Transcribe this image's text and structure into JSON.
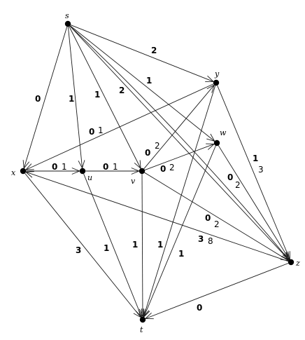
{
  "graph": {
    "nodes": [
      {
        "id": "s",
        "label": "s"
      },
      {
        "id": "y",
        "label": "y"
      },
      {
        "id": "w",
        "label": "w"
      },
      {
        "id": "x",
        "label": "x"
      },
      {
        "id": "u",
        "label": "u"
      },
      {
        "id": "v",
        "label": "v"
      },
      {
        "id": "z",
        "label": "z"
      },
      {
        "id": "t",
        "label": "t"
      }
    ],
    "edges": [
      {
        "from": "s",
        "to": "x",
        "weight": "0"
      },
      {
        "from": "s",
        "to": "u",
        "weight": "1"
      },
      {
        "from": "s",
        "to": "v",
        "weight": "1"
      },
      {
        "from": "s",
        "to": "y",
        "weight": "2"
      },
      {
        "from": "s",
        "to": "w",
        "weight": "1"
      },
      {
        "from": "s",
        "to": "z",
        "weight": "2"
      },
      {
        "from": "s",
        "to": "z",
        "weight": ""
      },
      {
        "from": "y",
        "to": "x",
        "weight": "0",
        "weight2": "1"
      },
      {
        "from": "x",
        "to": "u",
        "weight": "0",
        "weight2": "1"
      },
      {
        "from": "u",
        "to": "v",
        "weight": "0",
        "weight2": "1"
      },
      {
        "from": "v",
        "to": "y",
        "weight": "0",
        "weight2": "2"
      },
      {
        "from": "v",
        "to": "w",
        "weight": "0",
        "weight2": "2"
      },
      {
        "from": "w",
        "to": "z",
        "weight": "0",
        "weight2": "2"
      },
      {
        "from": "v",
        "to": "z",
        "weight": "0",
        "weight2": "2"
      },
      {
        "from": "z",
        "to": "x",
        "weight": "3",
        "weight2": "8"
      },
      {
        "from": "y",
        "to": "z",
        "weight": "1",
        "weight2": "3"
      },
      {
        "from": "x",
        "to": "t",
        "weight": "3"
      },
      {
        "from": "u",
        "to": "t",
        "weight": "1"
      },
      {
        "from": "v",
        "to": "t",
        "weight": "1"
      },
      {
        "from": "y",
        "to": "t",
        "weight": "1"
      },
      {
        "from": "w",
        "to": "t",
        "weight": "1"
      },
      {
        "from": "z",
        "to": "t",
        "weight": "0"
      }
    ]
  }
}
